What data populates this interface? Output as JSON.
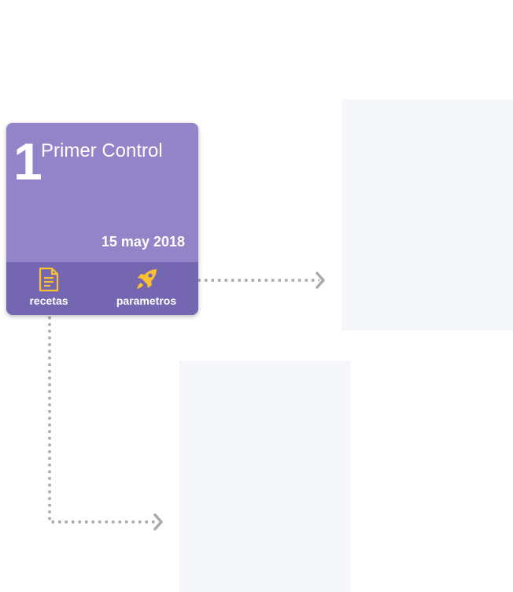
{
  "card": {
    "number": "1",
    "title": "Primer Control",
    "date": "15 may 2018",
    "actions": [
      {
        "label": "recetas",
        "icon": "document-icon"
      },
      {
        "label": "parametros",
        "icon": "rocket-icon"
      }
    ]
  },
  "colors": {
    "card_background": "#9383c8",
    "card_footer": "#7566b2",
    "icon_accent": "#fbc02d",
    "connector": "#a9a9ad",
    "placeholder_panel": "#f5f7fb"
  }
}
